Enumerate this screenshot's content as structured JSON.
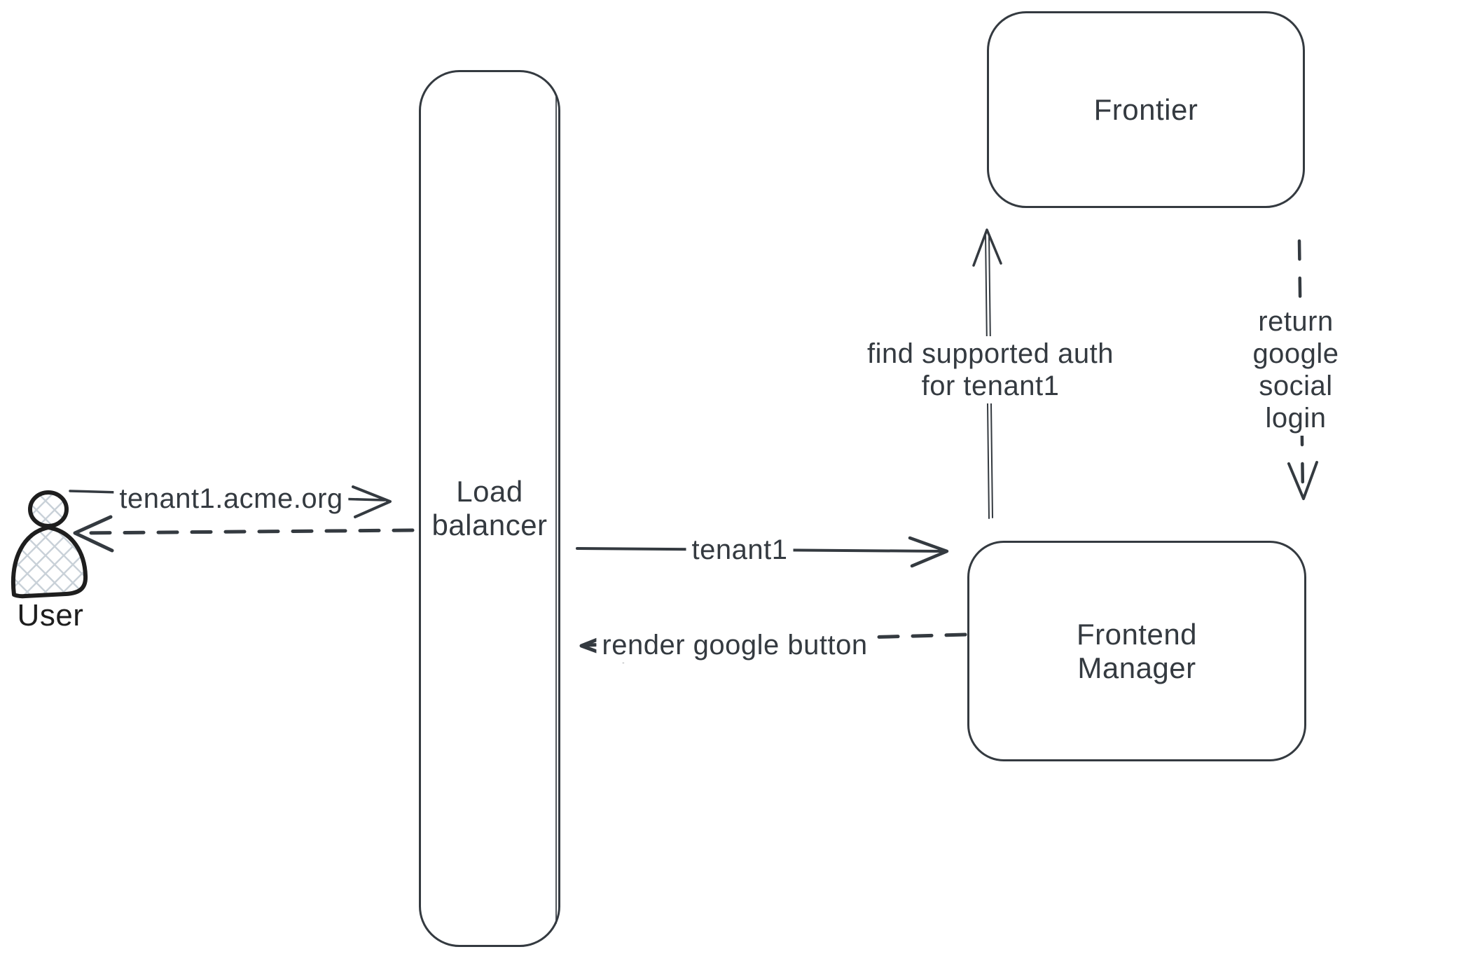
{
  "diagram": {
    "background": "#ffffff",
    "stroke_color": "#343a40",
    "figure": {
      "stroke_color": "#1e1e1e",
      "hatch_color": "#c9d1d8"
    },
    "nodes": {
      "user": {
        "label": "User",
        "shape": "person"
      },
      "load_balancer": {
        "label": "Load\nbalancer",
        "shape": "rounded-rectangle"
      },
      "frontier": {
        "label": "Frontier",
        "shape": "rounded-rectangle"
      },
      "frontend_manager": {
        "label": "Frontend\nManager",
        "shape": "rounded-rectangle"
      }
    },
    "edges": {
      "user_to_lb": {
        "from": "user",
        "to": "load_balancer",
        "label": "tenant1.acme.org",
        "line": "solid"
      },
      "lb_to_user": {
        "from": "load_balancer",
        "to": "user",
        "label": "",
        "line": "dashed"
      },
      "lb_to_fm": {
        "from": "load_balancer",
        "to": "frontend_manager",
        "label": "tenant1",
        "line": "solid"
      },
      "fm_to_lb": {
        "from": "frontend_manager",
        "to": "load_balancer",
        "label": "render google button",
        "line": "dashed"
      },
      "fm_to_frontier": {
        "from": "frontend_manager",
        "to": "frontier",
        "label": "find supported auth\nfor tenant1",
        "line": "solid"
      },
      "frontier_to_fm": {
        "from": "frontier",
        "to": "frontend_manager",
        "label": "return google social\nlogin",
        "line": "dashed"
      }
    }
  }
}
